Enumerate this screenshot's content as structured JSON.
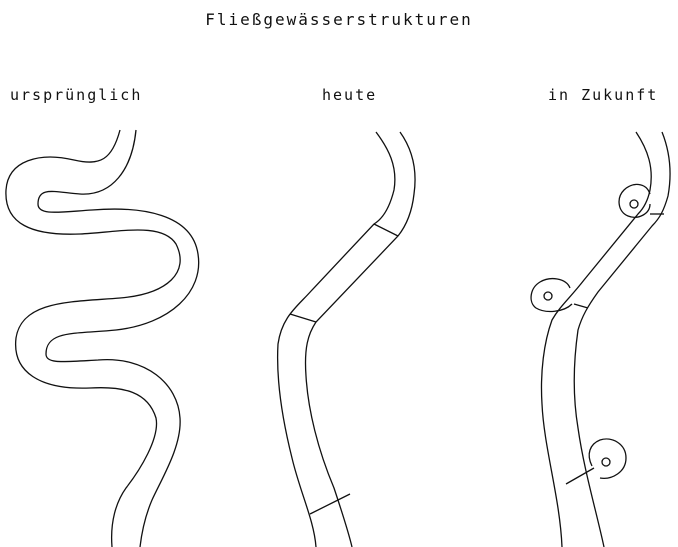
{
  "diagram": {
    "title": "Fließgewässerstrukturen",
    "panels": [
      {
        "label": "ursprünglich"
      },
      {
        "label": "heute"
      },
      {
        "label": "in Zukunft"
      }
    ]
  },
  "colors": {
    "line": "#111111",
    "background": "#ffffff"
  }
}
